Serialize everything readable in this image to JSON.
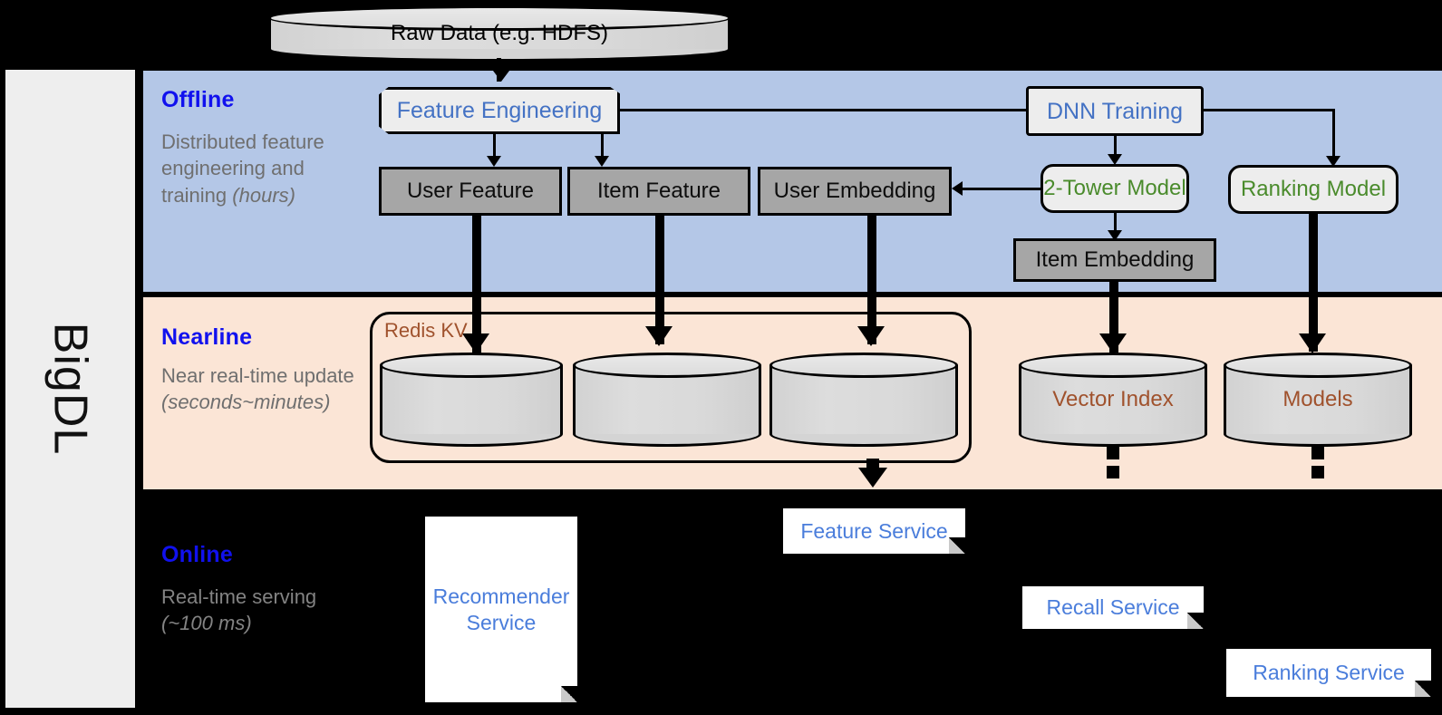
{
  "framework": {
    "name": "BigDL"
  },
  "source": {
    "label": "Raw Data (e.g. HDFS)"
  },
  "stages": [
    {
      "id": "offline",
      "title": "Offline",
      "desc_line1": "Distributed feature engineering and training ",
      "desc_italic": "(hours)"
    },
    {
      "id": "nearline",
      "title": "Nearline",
      "desc_line1": "Near real-time update ",
      "desc_italic": "(seconds~minutes)"
    },
    {
      "id": "online",
      "title": "Online",
      "desc_line1": "Real-time serving ",
      "desc_italic": "(~100 ms)"
    }
  ],
  "offline": {
    "feature_engineering": "Feature Engineering",
    "dnn_training": "DNN Training",
    "user_feature": "User Feature",
    "item_feature": "Item Feature",
    "user_embedding": "User Embedding",
    "two_tower_model": "2-Tower Model",
    "ranking_model": "Ranking Model",
    "item_embedding": "Item Embedding"
  },
  "nearline": {
    "redis_kv": "Redis KV",
    "store_1": "",
    "store_2": "",
    "store_3": "",
    "vector_index": "Vector Index",
    "models": "Models"
  },
  "online": {
    "recommender_service": "Recommender Service",
    "feature_service": "Feature Service",
    "recall_service": "Recall Service",
    "ranking_service": "Ranking Service"
  },
  "colors": {
    "offline_band": "#b4c7e7",
    "nearline_band": "#fbe5d6",
    "online_band": "#000000",
    "stage_title": "#1111ee",
    "stage_desc": "#6f6f6f",
    "blue_node_text": "#4472c4",
    "green_node_text": "#4a8b2c",
    "brown_node_text": "#a0522d",
    "grey_box_fill": "#a6a6a6",
    "light_box_fill": "#ededed",
    "rail_fill": "#eeeeee"
  }
}
